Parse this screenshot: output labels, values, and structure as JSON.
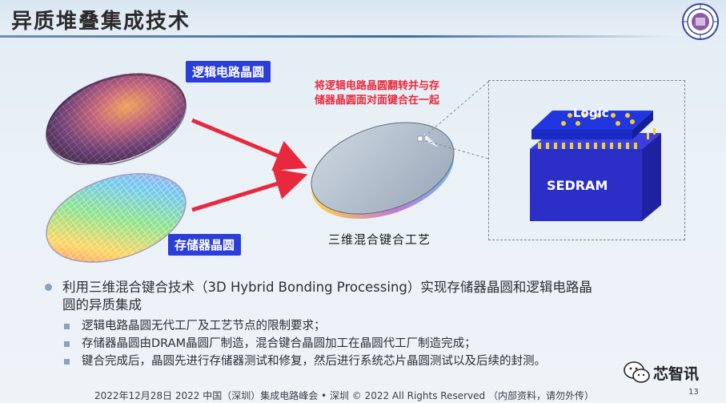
{
  "slide": {
    "title": "异质堆叠集成技术",
    "logic_wafer_tag": "逻辑电路晶圆",
    "memory_wafer_tag": "存储器晶圆",
    "bond_caption_line1": "将逻辑电路晶圆翻转并与存",
    "bond_caption_line2": "储器晶圆面对面键合在一起",
    "process_label": "三维混合键合工艺",
    "stack_top_label": "Logic",
    "stack_bottom_label": "SEDRAM",
    "main_bullet_line1": "利用三维混合键合技术（3D Hybrid Bonding Processing）实现存储器晶圆和逻辑电路晶",
    "main_bullet_line2": "圆的异质集成",
    "sub_bullets": [
      "逻辑电路晶圆无代工厂及工艺节点的限制要求；",
      "存储器晶圆由DRAM晶圆厂制造，混合键合晶圆加工在晶圆代工厂制造完成；",
      "键合完成后，晶圆先进行存储器测试和修复，然后进行系统芯片晶圆测试以及后续的封测。"
    ],
    "footer": "2022年12月28日 2022 中国（深圳）集成电路峰会 • 深圳 © 2022 All Rights Reserved （内部资料，请勿外传）",
    "page_number": "13",
    "watermark": "芯智讯"
  },
  "colors": {
    "tag_blue": "#2b3ed8",
    "caption_red": "#e8293d",
    "arrow_red": "#e8293d",
    "logic_die": "#1f2fd0",
    "sedram_block": "#2b2fc8",
    "bump_gold": "#f2cf2c"
  }
}
